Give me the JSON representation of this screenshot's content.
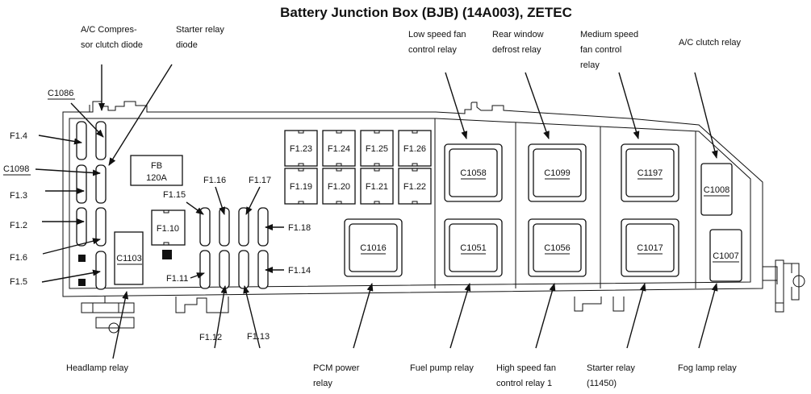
{
  "title": "Battery Junction Box (BJB) (14A003), ZETEC",
  "colors": {
    "ink": "#111111",
    "background": "#ffffff"
  },
  "top_callouts": [
    {
      "id": "ac-compressor-clutch-diode",
      "lines": [
        "A/C Compres-",
        "sor clutch diode"
      ]
    },
    {
      "id": "starter-relay-diode",
      "lines": [
        "Starter relay",
        "diode"
      ]
    },
    {
      "id": "low-speed-fan-control-relay",
      "lines": [
        "Low speed fan",
        "control relay"
      ]
    },
    {
      "id": "rear-window-defrost-relay",
      "lines": [
        "Rear window",
        "defrost relay"
      ]
    },
    {
      "id": "medium-speed-fan-control-relay",
      "lines": [
        "Medium speed",
        "fan control",
        "relay"
      ]
    },
    {
      "id": "ac-clutch-relay",
      "lines": [
        "A/C clutch relay"
      ]
    }
  ],
  "bottom_callouts": [
    {
      "id": "headlamp-relay",
      "lines": [
        "Headlamp relay"
      ]
    },
    {
      "id": "pcm-power-relay",
      "lines": [
        "PCM power",
        "relay"
      ]
    },
    {
      "id": "fuel-pump-relay",
      "lines": [
        "Fuel pump relay"
      ]
    },
    {
      "id": "high-speed-fan-control-relay-1",
      "lines": [
        "High speed fan",
        "control relay 1"
      ]
    },
    {
      "id": "starter-relay",
      "lines": [
        "Starter relay",
        "(11450)"
      ]
    },
    {
      "id": "fog-lamp-relay",
      "lines": [
        "Fog lamp relay"
      ]
    }
  ],
  "left_labels": {
    "c1086": "C1086",
    "f1_4": "F1.4",
    "c1098": "C1098",
    "f1_3": "F1.3",
    "f1_2": "F1.2",
    "f1_6": "F1.6",
    "f1_5": "F1.5"
  },
  "inner_labels": {
    "fb_line1": "FB",
    "fb_line2": "120A",
    "f1_10": "F1.10",
    "c1103": "C1103",
    "f1_15": "F1.15",
    "f1_16": "F1.16",
    "f1_17": "F1.17",
    "f1_18": "F1.18",
    "f1_11": "F1.11",
    "f1_14": "F1.14",
    "f1_12": "F1.12",
    "f1_13": "F1.13"
  },
  "maxi_fuses_top": [
    "F1.23",
    "F1.24",
    "F1.25",
    "F1.26"
  ],
  "maxi_fuses_bottom": [
    "F1.19",
    "F1.20",
    "F1.21",
    "F1.22"
  ],
  "relays": {
    "c1016": "C1016",
    "c1058": "C1058",
    "c1051": "C1051",
    "c1099": "C1099",
    "c1056": "C1056",
    "c1197": "C1197",
    "c1017": "C1017",
    "c1008": "C1008",
    "c1007": "C1007"
  }
}
